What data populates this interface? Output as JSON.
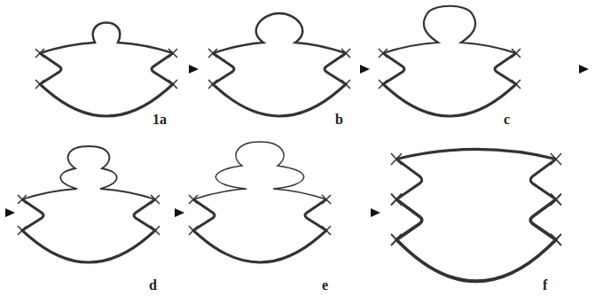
{
  "diagram": {
    "labels": [
      "1a",
      "b",
      "c",
      "d",
      "e",
      "f"
    ]
  }
}
